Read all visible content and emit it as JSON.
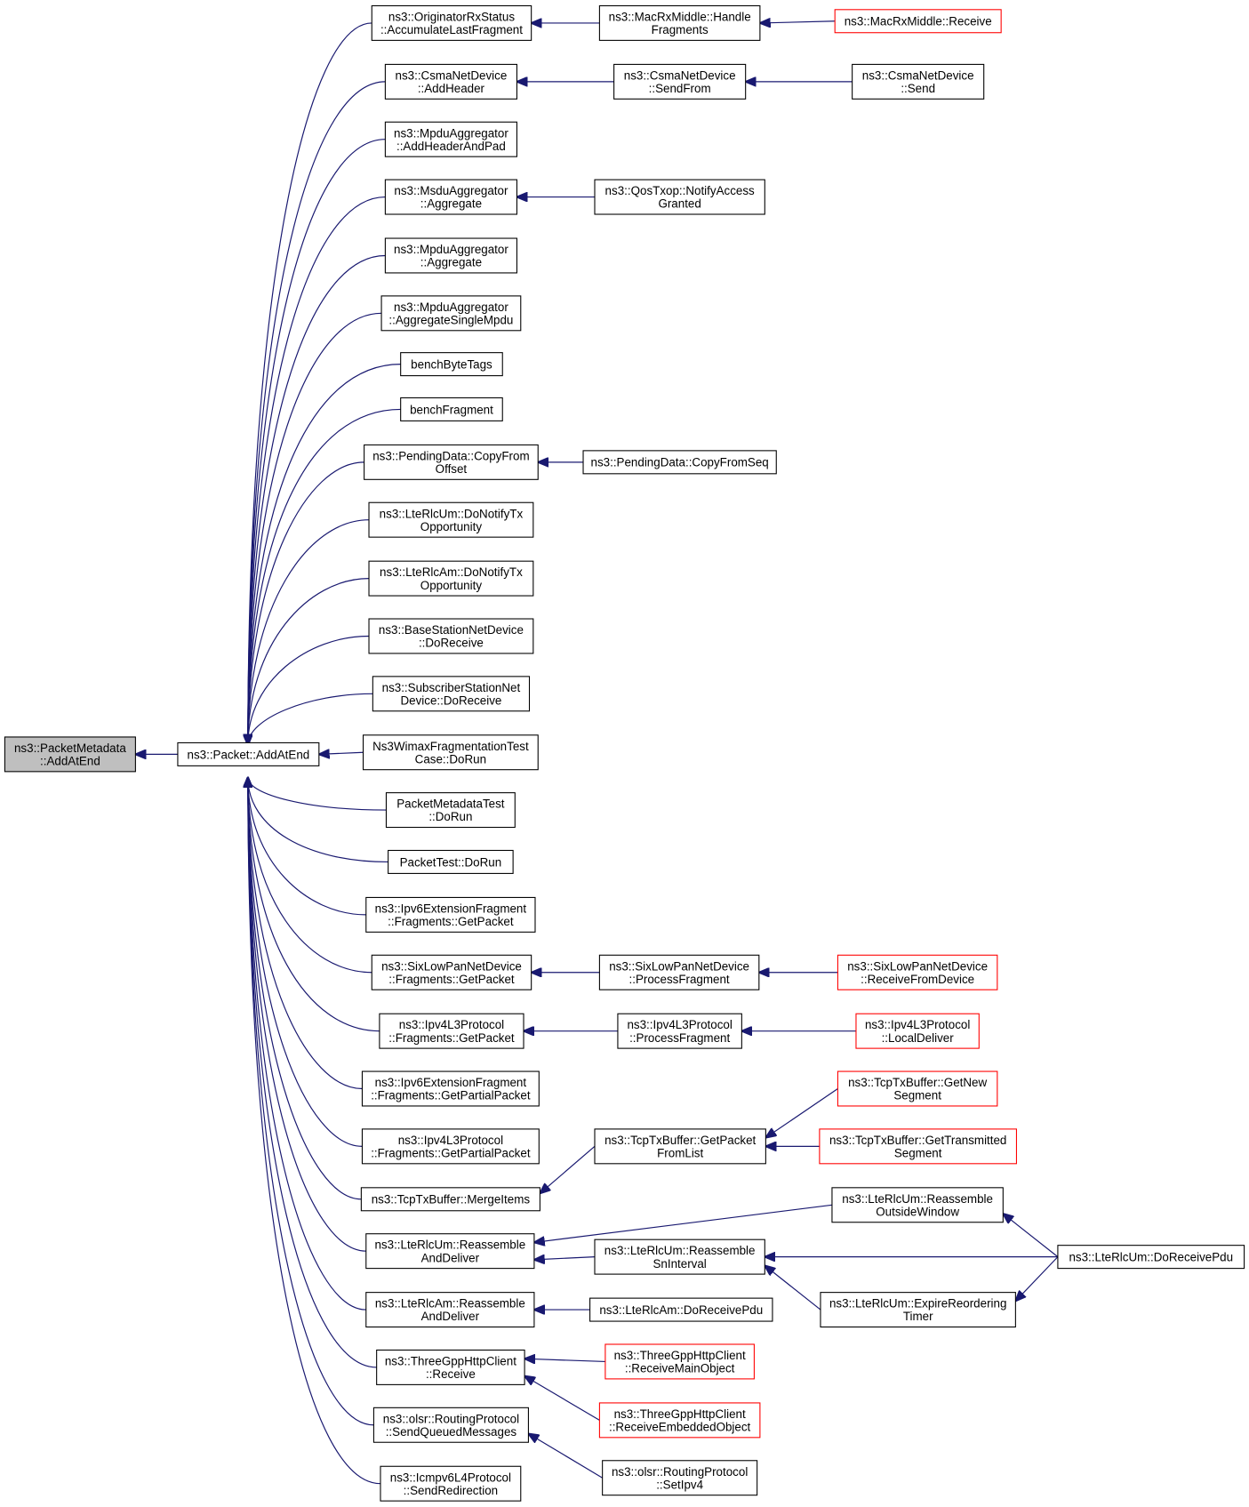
{
  "graph": {
    "colors": {
      "edge": "#191970",
      "root_fill": "#bfbfbf",
      "node_border": "#000000",
      "truncated_border": "#ff0000"
    },
    "nodes": [
      {
        "id": "root",
        "lines": [
          "ns3::PacketMetadata",
          "::AddAtEnd"
        ],
        "kind": "root"
      },
      {
        "id": "p",
        "lines": [
          "ns3::Packet::AddAtEnd"
        ],
        "kind": "normal"
      },
      {
        "id": "c1",
        "lines": [
          "ns3::OriginatorRxStatus",
          "::AccumulateLastFragment"
        ],
        "kind": "normal"
      },
      {
        "id": "c2",
        "lines": [
          "ns3::CsmaNetDevice",
          "::AddHeader"
        ],
        "kind": "normal"
      },
      {
        "id": "c3",
        "lines": [
          "ns3::MpduAggregator",
          "::AddHeaderAndPad"
        ],
        "kind": "normal"
      },
      {
        "id": "c4",
        "lines": [
          "ns3::MsduAggregator",
          "::Aggregate"
        ],
        "kind": "normal"
      },
      {
        "id": "c5",
        "lines": [
          "ns3::MpduAggregator",
          "::Aggregate"
        ],
        "kind": "normal"
      },
      {
        "id": "c6",
        "lines": [
          "ns3::MpduAggregator",
          "::AggregateSingleMpdu"
        ],
        "kind": "normal"
      },
      {
        "id": "c7",
        "lines": [
          "benchByteTags"
        ],
        "kind": "normal"
      },
      {
        "id": "c8",
        "lines": [
          "benchFragment"
        ],
        "kind": "normal"
      },
      {
        "id": "c9",
        "lines": [
          "ns3::PendingData::CopyFrom",
          "Offset"
        ],
        "kind": "normal"
      },
      {
        "id": "c10",
        "lines": [
          "ns3::LteRlcUm::DoNotifyTx",
          "Opportunity"
        ],
        "kind": "normal"
      },
      {
        "id": "c11",
        "lines": [
          "ns3::LteRlcAm::DoNotifyTx",
          "Opportunity"
        ],
        "kind": "normal"
      },
      {
        "id": "c12",
        "lines": [
          "ns3::BaseStationNetDevice",
          "::DoReceive"
        ],
        "kind": "normal"
      },
      {
        "id": "c13",
        "lines": [
          "ns3::SubscriberStationNet",
          "Device::DoReceive"
        ],
        "kind": "normal"
      },
      {
        "id": "c14",
        "lines": [
          "Ns3WimaxFragmentationTest",
          "Case::DoRun"
        ],
        "kind": "normal"
      },
      {
        "id": "c15",
        "lines": [
          "PacketMetadataTest",
          "::DoRun"
        ],
        "kind": "normal"
      },
      {
        "id": "c16",
        "lines": [
          "PacketTest::DoRun"
        ],
        "kind": "normal"
      },
      {
        "id": "c17",
        "lines": [
          "ns3::Ipv6ExtensionFragment",
          "::Fragments::GetPacket"
        ],
        "kind": "normal"
      },
      {
        "id": "c18",
        "lines": [
          "ns3::SixLowPanNetDevice",
          "::Fragments::GetPacket"
        ],
        "kind": "normal"
      },
      {
        "id": "c19",
        "lines": [
          "ns3::Ipv4L3Protocol",
          "::Fragments::GetPacket"
        ],
        "kind": "normal"
      },
      {
        "id": "c20",
        "lines": [
          "ns3::Ipv6ExtensionFragment",
          "::Fragments::GetPartialPacket"
        ],
        "kind": "normal"
      },
      {
        "id": "c21",
        "lines": [
          "ns3::Ipv4L3Protocol",
          "::Fragments::GetPartialPacket"
        ],
        "kind": "normal"
      },
      {
        "id": "c22",
        "lines": [
          "ns3::TcpTxBuffer::MergeItems"
        ],
        "kind": "normal"
      },
      {
        "id": "c23",
        "lines": [
          "ns3::LteRlcUm::Reassemble",
          "AndDeliver"
        ],
        "kind": "normal"
      },
      {
        "id": "c24",
        "lines": [
          "ns3::LteRlcAm::Reassemble",
          "AndDeliver"
        ],
        "kind": "normal"
      },
      {
        "id": "c25",
        "lines": [
          "ns3::ThreeGppHttpClient",
          "::Receive"
        ],
        "kind": "normal"
      },
      {
        "id": "c26",
        "lines": [
          "ns3::olsr::RoutingProtocol",
          "::SendQueuedMessages"
        ],
        "kind": "normal"
      },
      {
        "id": "c27",
        "lines": [
          "ns3::Icmpv6L4Protocol",
          "::SendRedirection"
        ],
        "kind": "normal"
      },
      {
        "id": "d1",
        "lines": [
          "ns3::MacRxMiddle::Handle",
          "Fragments"
        ],
        "kind": "normal"
      },
      {
        "id": "d2",
        "lines": [
          "ns3::CsmaNetDevice",
          "::SendFrom"
        ],
        "kind": "normal"
      },
      {
        "id": "d4",
        "lines": [
          "ns3::QosTxop::NotifyAccess",
          "Granted"
        ],
        "kind": "normal"
      },
      {
        "id": "d9",
        "lines": [
          "ns3::PendingData::CopyFromSeq"
        ],
        "kind": "normal"
      },
      {
        "id": "d18",
        "lines": [
          "ns3::SixLowPanNetDevice",
          "::ProcessFragment"
        ],
        "kind": "normal"
      },
      {
        "id": "d19",
        "lines": [
          "ns3::Ipv4L3Protocol",
          "::ProcessFragment"
        ],
        "kind": "normal"
      },
      {
        "id": "d22",
        "lines": [
          "ns3::TcpTxBuffer::GetPacket",
          "FromList"
        ],
        "kind": "normal"
      },
      {
        "id": "d23",
        "lines": [
          "ns3::LteRlcUm::Reassemble",
          "SnInterval"
        ],
        "kind": "normal"
      },
      {
        "id": "d24",
        "lines": [
          "ns3::LteRlcAm::DoReceivePdu"
        ],
        "kind": "normal"
      },
      {
        "id": "d25a",
        "lines": [
          "ns3::ThreeGppHttpClient",
          "::ReceiveMainObject"
        ],
        "kind": "truncated"
      },
      {
        "id": "d25b",
        "lines": [
          "ns3::ThreeGppHttpClient",
          "::ReceiveEmbeddedObject"
        ],
        "kind": "truncated"
      },
      {
        "id": "d26",
        "lines": [
          "ns3::olsr::RoutingProtocol",
          "::SetIpv4"
        ],
        "kind": "normal"
      },
      {
        "id": "e1",
        "lines": [
          "ns3::MacRxMiddle::Receive"
        ],
        "kind": "truncated"
      },
      {
        "id": "e2",
        "lines": [
          "ns3::CsmaNetDevice",
          "::Send"
        ],
        "kind": "normal"
      },
      {
        "id": "e18",
        "lines": [
          "ns3::SixLowPanNetDevice",
          "::ReceiveFromDevice"
        ],
        "kind": "truncated"
      },
      {
        "id": "e19",
        "lines": [
          "ns3::Ipv4L3Protocol",
          "::LocalDeliver"
        ],
        "kind": "truncated"
      },
      {
        "id": "e22a",
        "lines": [
          "ns3::TcpTxBuffer::GetNew",
          "Segment"
        ],
        "kind": "truncated"
      },
      {
        "id": "e22b",
        "lines": [
          "ns3::TcpTxBuffer::GetTransmitted",
          "Segment"
        ],
        "kind": "truncated"
      },
      {
        "id": "e23a",
        "lines": [
          "ns3::LteRlcUm::Reassemble",
          "OutsideWindow"
        ],
        "kind": "normal"
      },
      {
        "id": "e23b",
        "lines": [
          "ns3::LteRlcUm::ExpireReordering",
          "Timer"
        ],
        "kind": "normal"
      },
      {
        "id": "f23",
        "lines": [
          "ns3::LteRlcUm::DoReceivePdu"
        ],
        "kind": "normal"
      }
    ],
    "edges": [
      [
        "p",
        "root"
      ],
      [
        "c1",
        "p"
      ],
      [
        "c2",
        "p"
      ],
      [
        "c3",
        "p"
      ],
      [
        "c4",
        "p"
      ],
      [
        "c5",
        "p"
      ],
      [
        "c6",
        "p"
      ],
      [
        "c7",
        "p"
      ],
      [
        "c8",
        "p"
      ],
      [
        "c9",
        "p"
      ],
      [
        "c10",
        "p"
      ],
      [
        "c11",
        "p"
      ],
      [
        "c12",
        "p"
      ],
      [
        "c13",
        "p"
      ],
      [
        "c14",
        "p"
      ],
      [
        "c15",
        "p"
      ],
      [
        "c16",
        "p"
      ],
      [
        "c17",
        "p"
      ],
      [
        "c18",
        "p"
      ],
      [
        "c19",
        "p"
      ],
      [
        "c20",
        "p"
      ],
      [
        "c21",
        "p"
      ],
      [
        "c22",
        "p"
      ],
      [
        "c23",
        "p"
      ],
      [
        "c24",
        "p"
      ],
      [
        "c25",
        "p"
      ],
      [
        "c26",
        "p"
      ],
      [
        "c27",
        "p"
      ],
      [
        "d1",
        "c1"
      ],
      [
        "e1",
        "d1"
      ],
      [
        "d2",
        "c2"
      ],
      [
        "e2",
        "d2"
      ],
      [
        "d4",
        "c4"
      ],
      [
        "d9",
        "c9"
      ],
      [
        "d18",
        "c18"
      ],
      [
        "e18",
        "d18"
      ],
      [
        "d19",
        "c19"
      ],
      [
        "e19",
        "d19"
      ],
      [
        "d22",
        "c22"
      ],
      [
        "e22a",
        "d22"
      ],
      [
        "e22b",
        "d22"
      ],
      [
        "e23a",
        "c23"
      ],
      [
        "d23",
        "c23"
      ],
      [
        "f23",
        "e23a"
      ],
      [
        "f23",
        "d23"
      ],
      [
        "e23b",
        "d23"
      ],
      [
        "f23",
        "e23b"
      ],
      [
        "d24",
        "c24"
      ],
      [
        "d25a",
        "c25"
      ],
      [
        "d25b",
        "c25"
      ],
      [
        "d26",
        "c26"
      ]
    ]
  }
}
